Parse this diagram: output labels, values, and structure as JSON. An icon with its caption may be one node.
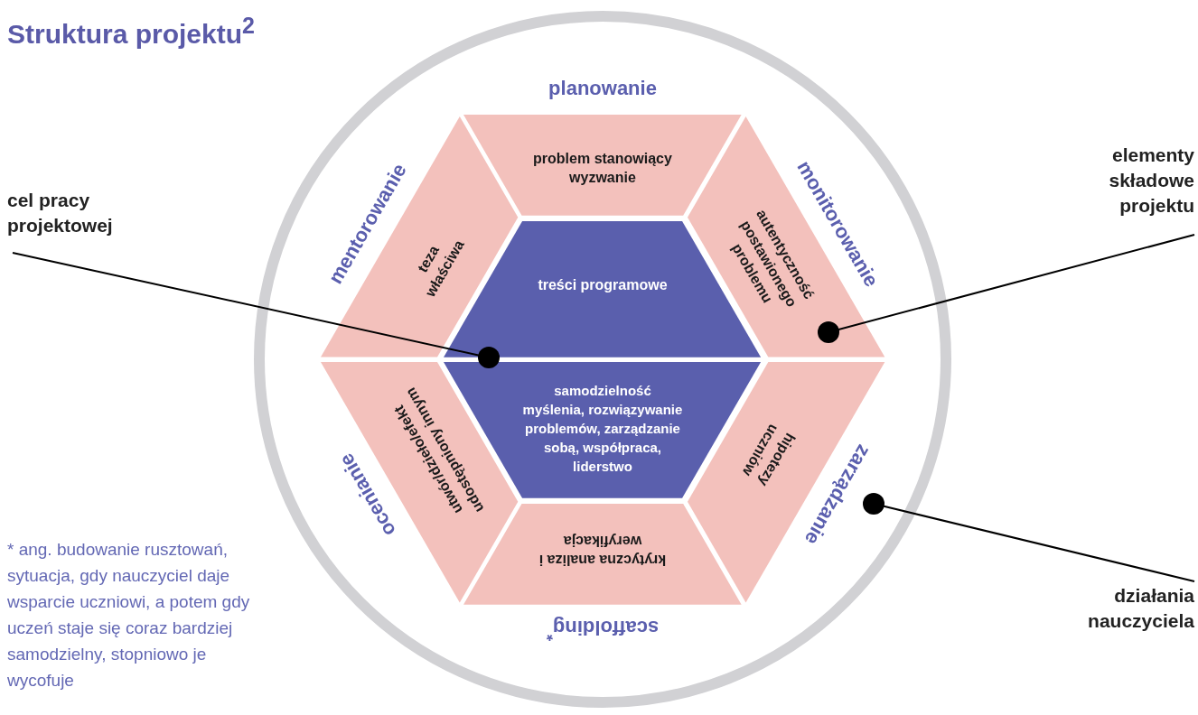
{
  "diagram": {
    "title": "Struktura projektu$^{2}$",
    "nodes": [
      {
        "text": [
          "cel pracy projektowej"
        ]
      },
      {
        "text": [
          "elementy składowe projektu"
        ]
      },
      {
        "text": [
          "działania nauczyciela"
        ]
      },
      {
        "text": [],
        "shape": "circle"
      },
      {
        "text": [
          "problem stanowiący wyzwanie"
        ],
        "in": 3
      },
      {
        "text": [
          "teza właściwa"
        ],
        "in": 3
      },
      {
        "text": [
          "autentyczność postawionego problemu"
        ],
        "in": 3
      },
      {
        "text": [
          "treści programowe"
        ],
        "in": 3
      },
      {
        "text": [
          "samodzielność myślenia, rozwiązywanie problemów, zarządzanie sobą, współpraca, liderstwo"
        ],
        "in": 3
      },
      {
        "text": [
          "utwór/dzieło/efekt udostępniony innym"
        ],
        "in": 3
      },
      {
        "text": [
          "hipotezy uczniów"
        ],
        "in": 3
      },
      {
        "text": [
          "krytyczna analiza i weryfikacja"
        ],
        "in": 3
      }
    ],
    "edges": [
      {
        "from": 0,
        "to": 8,
        "arrow": "other"
      },
      {
        "from": 1,
        "to": 6,
        "arrow": "other"
      },
      {
        "from": 2,
        "to": 3,
        "arrow": "other"
      }
    ],
    "labels": [
      "planowanie",
      "mentorowanie",
      "monitorowanie",
      "ocenianie",
      "zarządzanie",
      "scaffolding$^{*}$",
      "* ang. budowanie rusztowań, sytuacja, gdy nauczyciel daje wsparcie uczniowi, a potem gdy uczeń staje się coraz bardziej samodzielny, stopniowo je wycofuje"
    ]
  }
}
